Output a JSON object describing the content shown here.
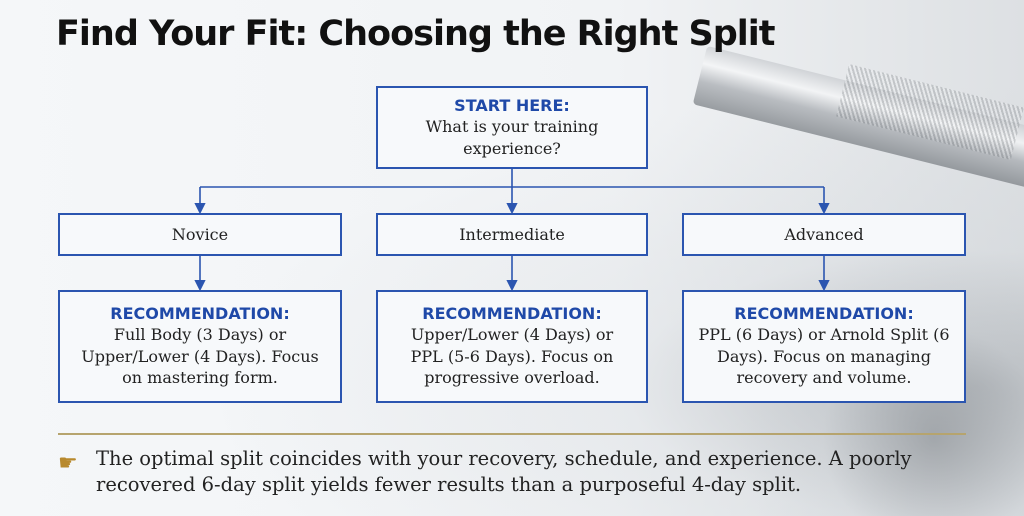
{
  "title": "Find Your Fit: Choosing the Right Split",
  "start": {
    "label": "START HERE:",
    "question": "What is your training experience?"
  },
  "levels": [
    {
      "name": "Novice",
      "rec_label": "RECOMMENDATION:",
      "rec_text": "Full Body (3 Days) or Upper/Lower (4 Days). Focus on mastering form."
    },
    {
      "name": "Intermediate",
      "rec_label": "RECOMMENDATION:",
      "rec_text": "Upper/Lower (4 Days) or PPL (5-6 Days). Focus on progressive overload."
    },
    {
      "name": "Advanced",
      "rec_label": "RECOMMENDATION:",
      "rec_text": "PPL (6 Days) or Arnold Split (6 Days). Focus on managing recovery and volume."
    }
  ],
  "note": {
    "icon": "pointing-hand-icon",
    "text": "The optimal split coincides with your recovery, schedule, and experience. A poorly recovered 6-day split yields fewer results than a purposeful 4-day split."
  },
  "colors": {
    "box_border": "#2b55b0",
    "label_blue": "#1f49a8",
    "divider": "#b6a46e"
  }
}
